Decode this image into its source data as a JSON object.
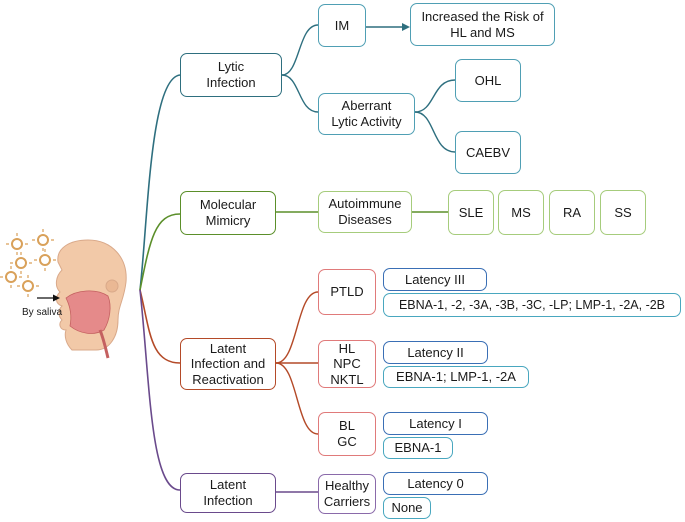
{
  "root": {
    "by_saliva": "By saliva"
  },
  "categories": {
    "lytic": "Lytic\nInfection",
    "mimicry": "Molecular\nMimicry",
    "latent_react": "Latent\nInfection and\nReactivation",
    "latent": "Latent\nInfection"
  },
  "lytic_branch": {
    "im": "IM",
    "risk": "Increased the Risk of\nHL and MS",
    "aberrant": "Aberrant\nLytic Activity",
    "ohl": "OHL",
    "caebv": "CAEBV"
  },
  "mimicry_branch": {
    "autoimmune": "Autoimmune\nDiseases",
    "diseases": [
      "SLE",
      "MS",
      "RA",
      "SS"
    ]
  },
  "latency_branch": {
    "ptld": "PTLD",
    "latency3": "Latency III",
    "latency3_genes": "EBNA-1, -2, -3A, -3B, -3C, -LP; LMP-1, -2A, -2B",
    "hl_npc_nktl": "HL\nNPC\nNKTL",
    "latency2": "Latency II",
    "latency2_genes": "EBNA-1; LMP-1, -2A",
    "bl_gc": "BL\nGC",
    "latency1": "Latency I",
    "latency1_genes": "EBNA-1"
  },
  "latent_branch": {
    "healthy": "Healthy\nCarriers",
    "latency0": "Latency 0",
    "latency0_genes": "None"
  },
  "colors": {
    "lytic": "#2e6f7f",
    "mimicry": "#5b8f2a",
    "latency": "#b44a28",
    "latent": "#6a4a8c",
    "virus": "#d9a15a",
    "skin": "#f2c9a8",
    "latency_box": "#3a6fb5",
    "genes_box": "#49a7bf"
  }
}
